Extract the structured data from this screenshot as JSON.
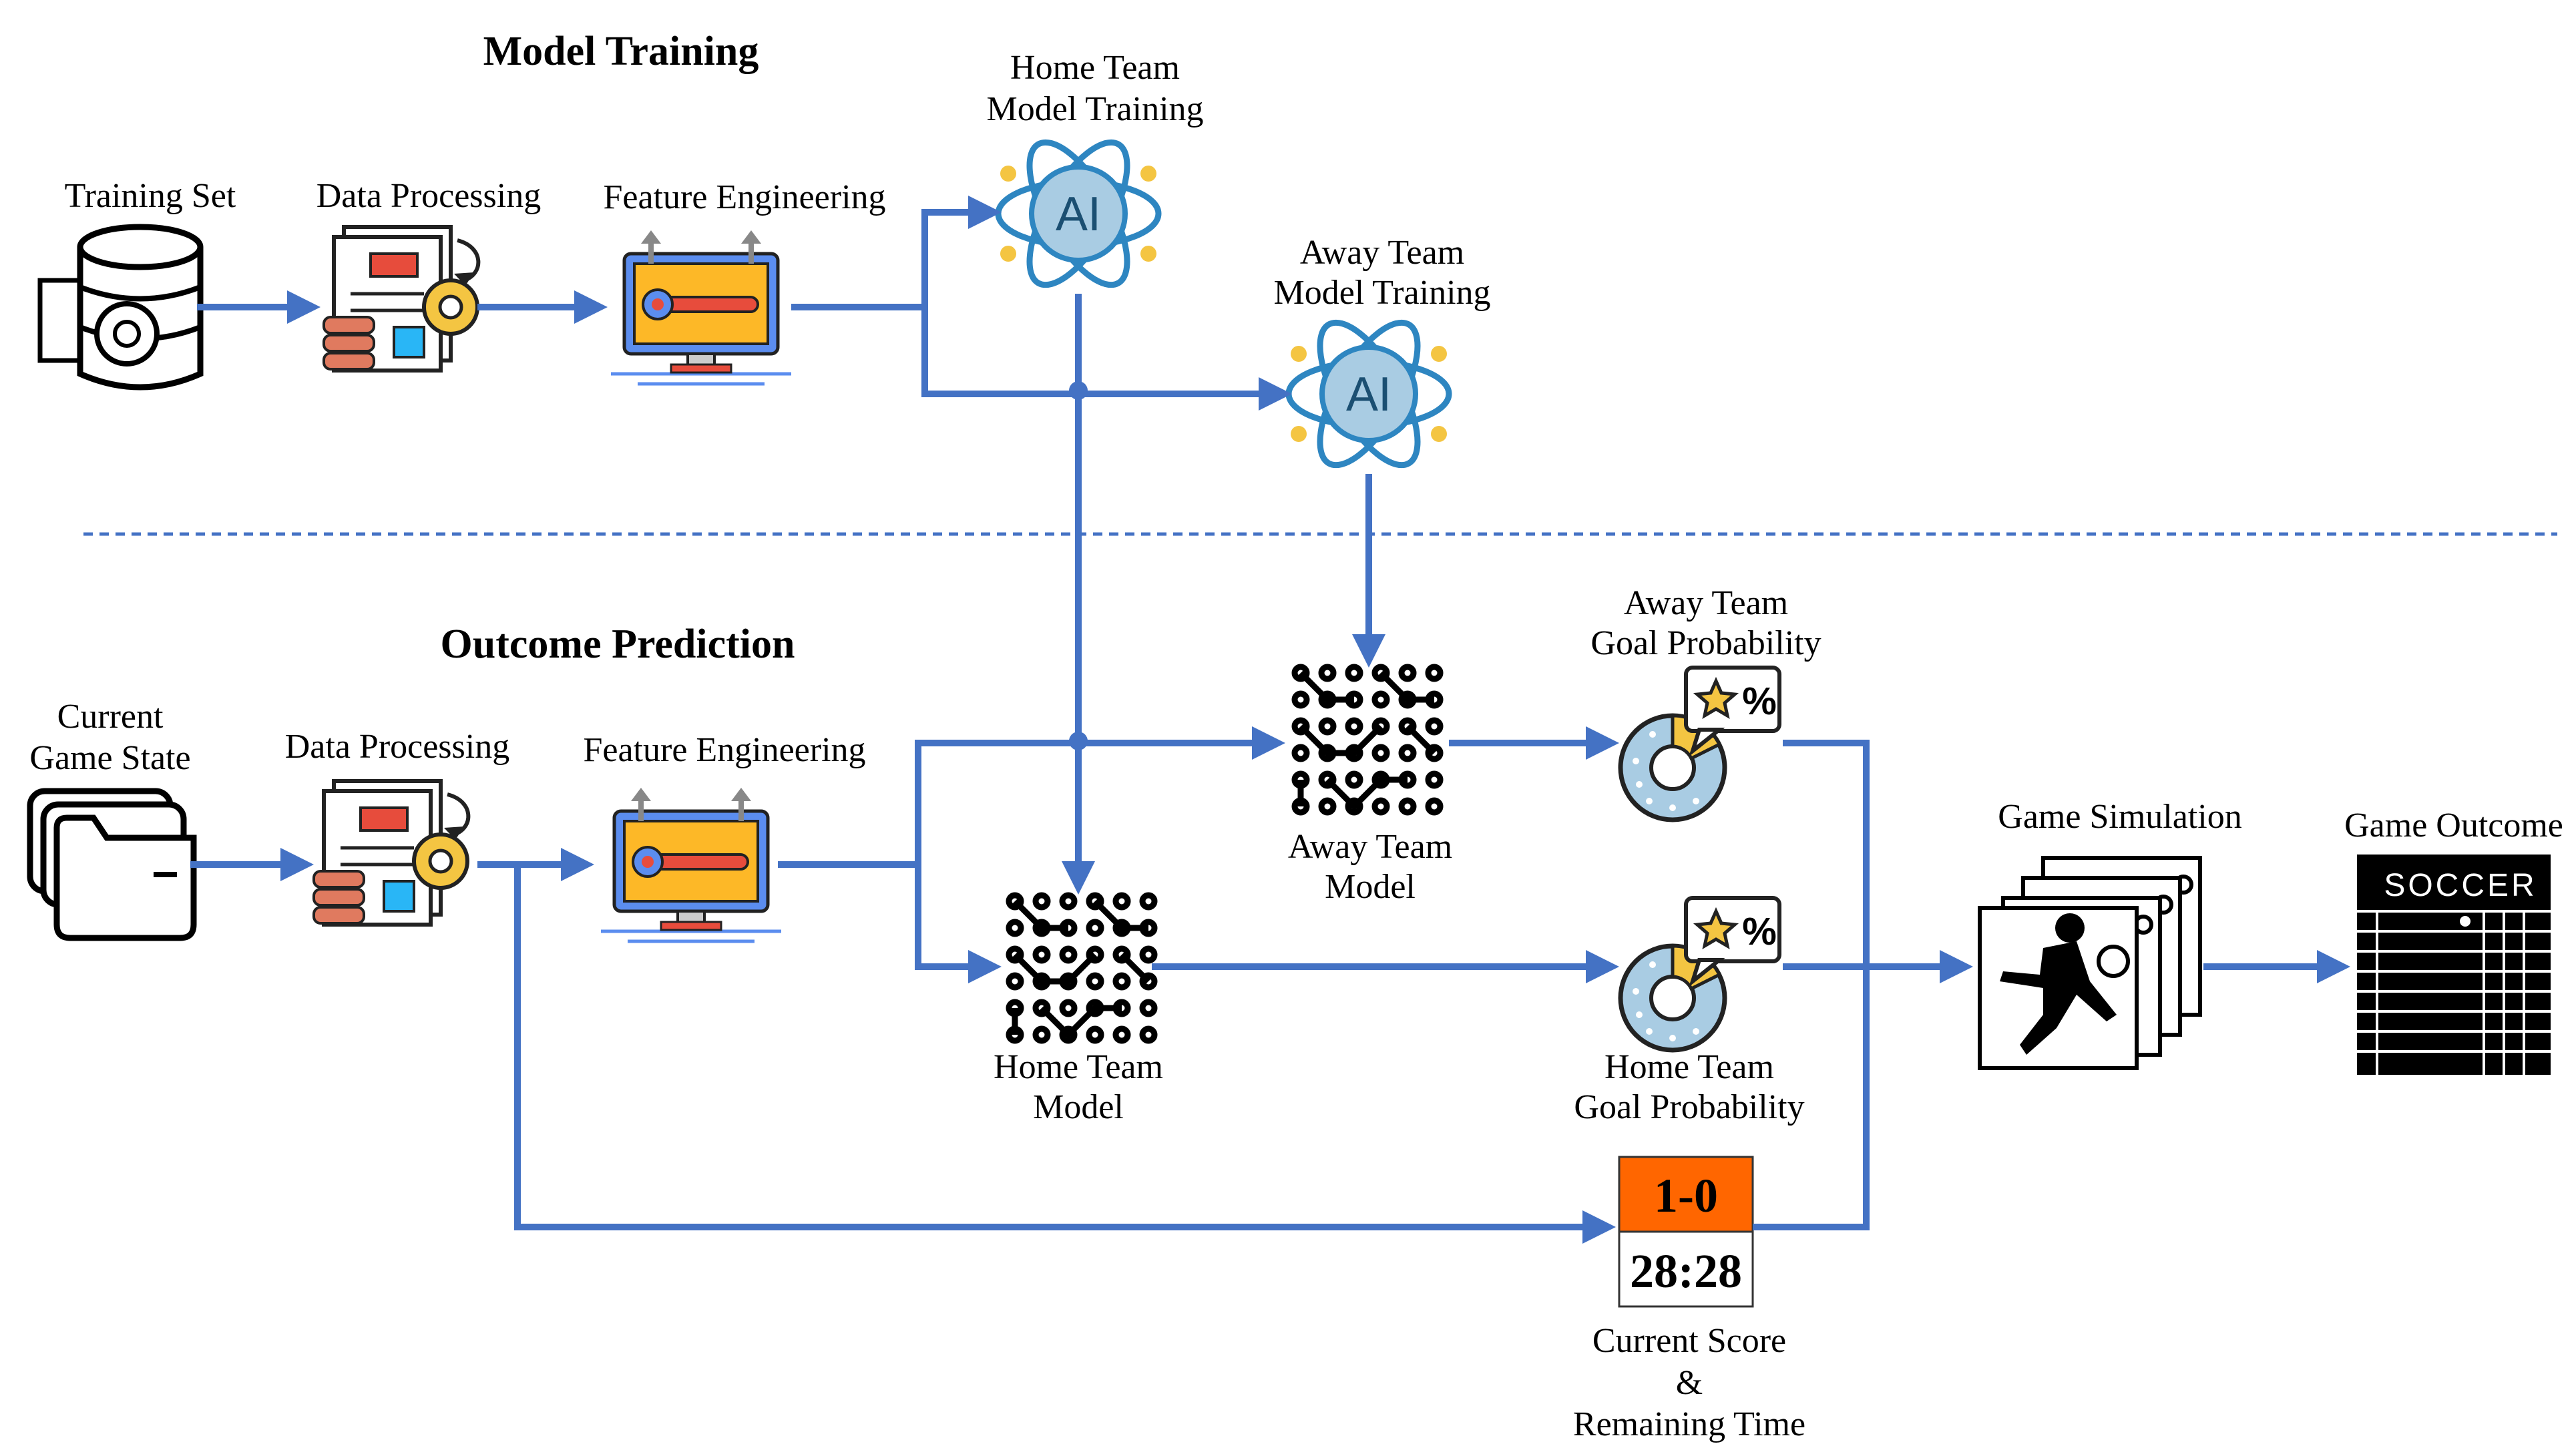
{
  "sections": {
    "training": "Model Training",
    "prediction": "Outcome Prediction"
  },
  "training": {
    "training_set": "Training Set",
    "data_processing": "Data Processing",
    "feature_engineering": "Feature Engineering",
    "home_model_training": [
      "Home Team",
      "Model Training"
    ],
    "away_model_training": [
      "Away Team",
      "Model Training"
    ],
    "ai_badge": "AI"
  },
  "prediction": {
    "current_game_state": [
      "Current",
      "Game State"
    ],
    "data_processing": "Data Processing",
    "feature_engineering": "Feature Engineering",
    "away_team_model": [
      "Away Team",
      "Model"
    ],
    "home_team_model": [
      "Home Team",
      "Model"
    ],
    "away_goal_probability": [
      "Away Team",
      "Goal Probability"
    ],
    "home_goal_probability": [
      "Home Team",
      "Goal Probability"
    ],
    "game_simulation": "Game Simulation",
    "game_outcome": "Game Outcome",
    "scoreboard_title": "SOCCER",
    "percent_symbol": "%",
    "score": "1-0",
    "time": "28:28",
    "current_score_caption": [
      "Current Score",
      "&",
      "Remaining Time"
    ]
  },
  "colors": {
    "arrow": "#4472C4",
    "score_bg": "#FF6600",
    "ai_fill": "#A9CCE3",
    "ai_ring": "#2E86C1",
    "ai_dot": "#F4C542",
    "monitor_screen": "#FDB827",
    "monitor_frame": "#5B8DEF",
    "slider": "#E74C3C"
  },
  "icons": {
    "training_set": "database-gear-icon",
    "data_processing": "document-gear-icon",
    "feature_engineering": "monitor-settings-icon",
    "model_training": "ai-atom-icon",
    "team_model": "circuit-network-icon",
    "goal_probability": "donut-chart-star-percent-icon",
    "game_state": "folder-stack-icon",
    "game_simulation": "soccer-player-cards-icon",
    "game_outcome": "soccer-scoreboard-icon"
  }
}
